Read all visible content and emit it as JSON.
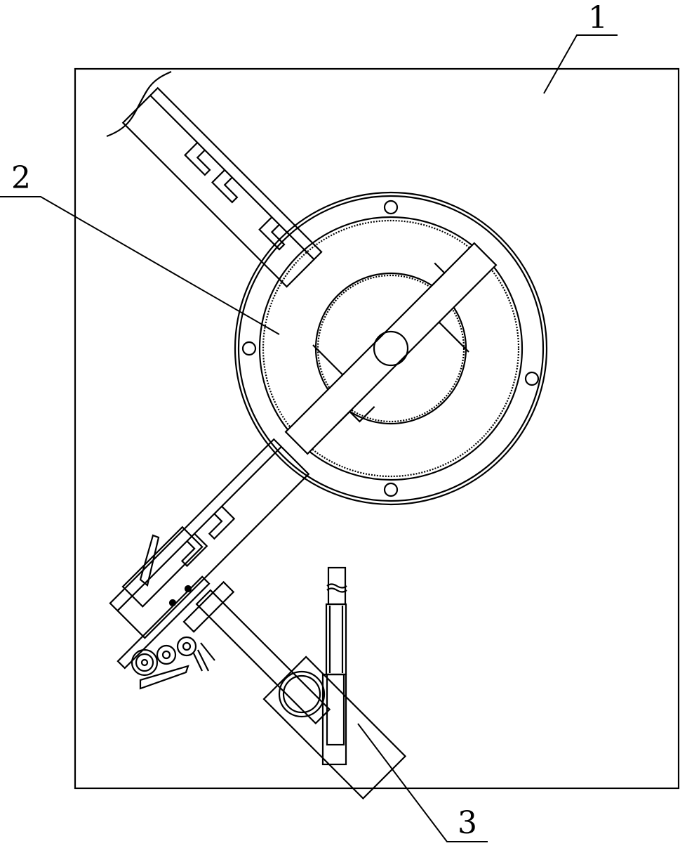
{
  "labels": {
    "frame": "1",
    "turntable": "2",
    "feeder": "3"
  },
  "colors": {
    "line": "#000000",
    "background": "#ffffff"
  }
}
